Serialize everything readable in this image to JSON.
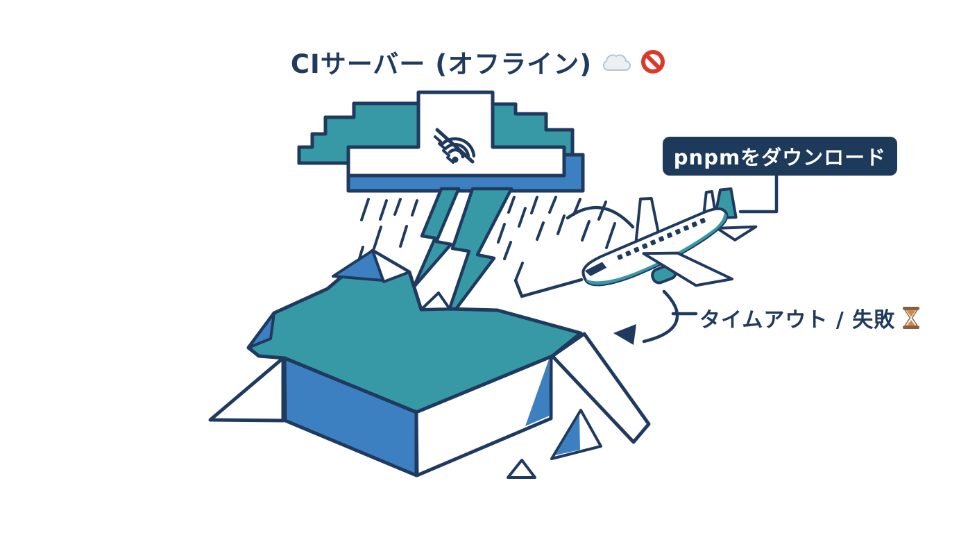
{
  "title": {
    "text": "CIサーバー (オフライン)",
    "icons": [
      {
        "name": "cloud-icon",
        "char": "☁️"
      },
      {
        "name": "no-entry-icon",
        "char": "🚫"
      }
    ]
  },
  "callout": {
    "text": "pnpmをダウンロード"
  },
  "timeout": {
    "text": "タイムアウト / 失敗",
    "icon": {
      "name": "hourglass-icon",
      "char": "⏳"
    }
  },
  "scene_icons": {
    "cloud_status": "wifi-off-icon"
  },
  "colors": {
    "navy": "#1F3A5E",
    "teal": "#3799A6",
    "blue": "#3C80C2",
    "white": "#FFFFFF",
    "callout_bg": "#1E3A5B",
    "no_entry_red": "#D83A2E",
    "emoji_cloud_fill": "#ECF0F4",
    "emoji_cloud_edge": "#B9C4CF",
    "hourglass_frame": "#8B5E3C",
    "hourglass_sand": "#C98A4B"
  }
}
